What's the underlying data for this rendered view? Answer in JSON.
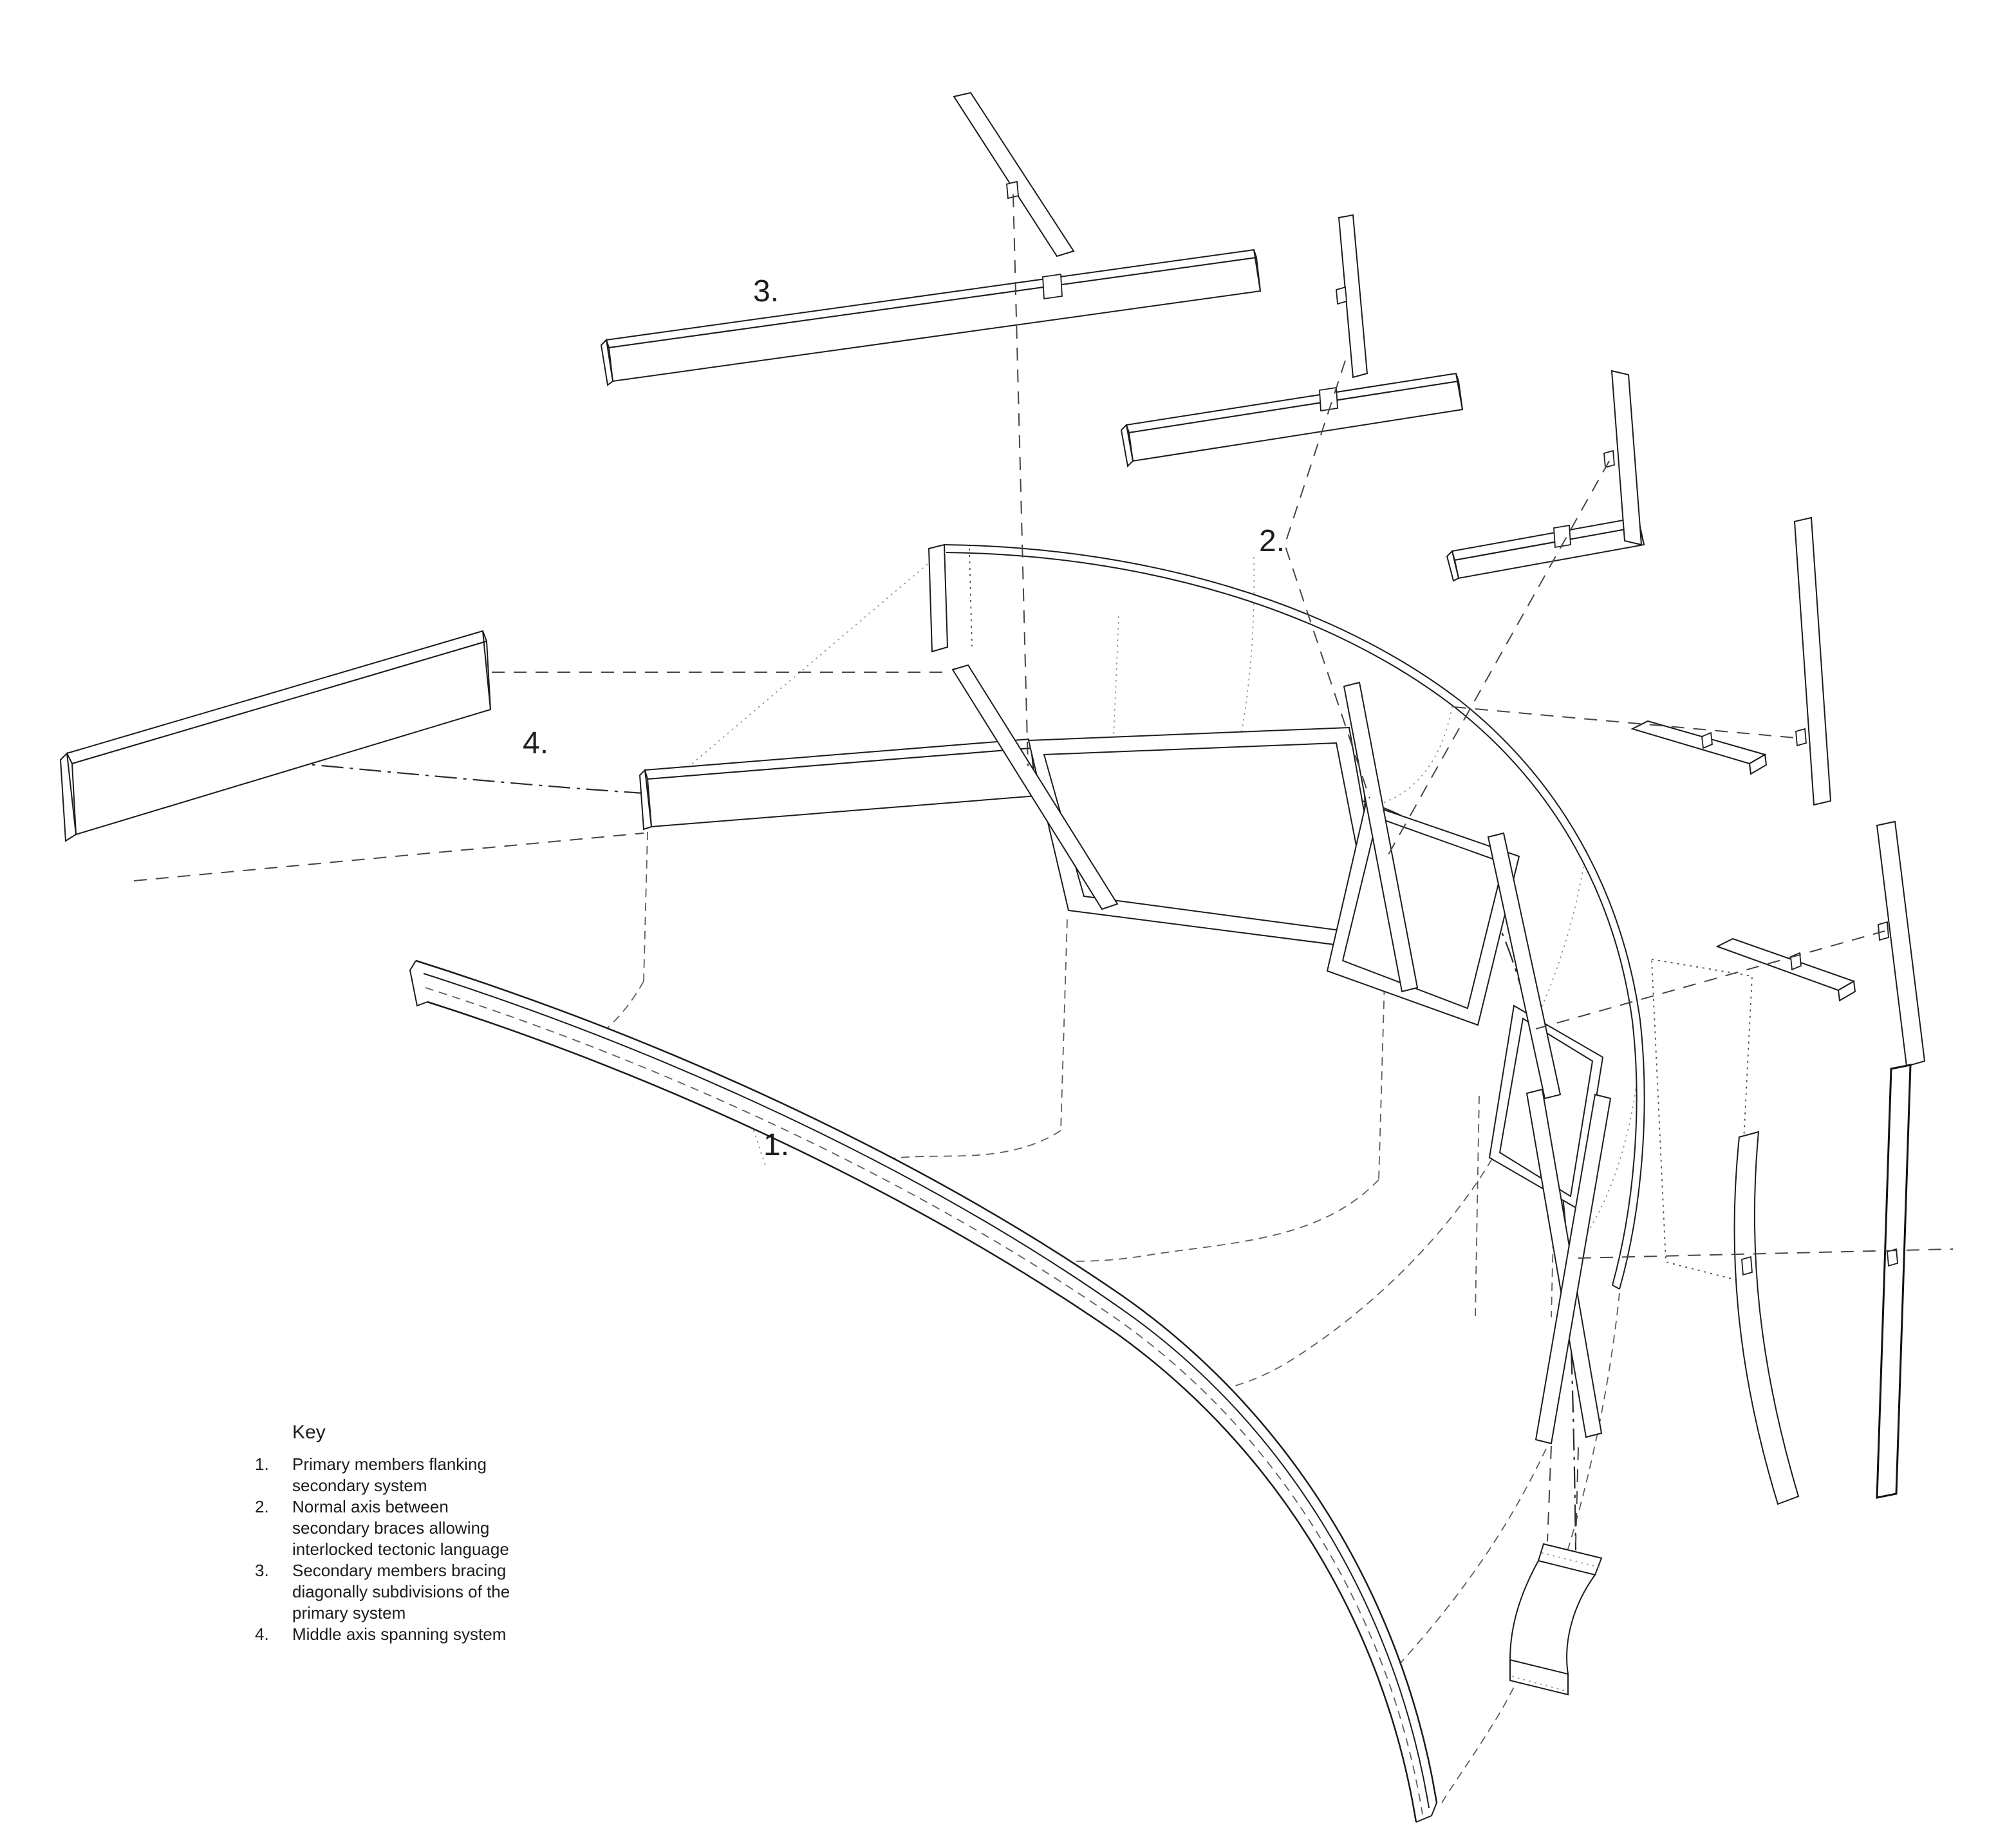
{
  "diagram": {
    "callouts": {
      "c1": "1.",
      "c2": "2.",
      "c3": "3.",
      "c4": "4."
    },
    "key": {
      "title": "Key",
      "items": [
        {
          "num": "1.",
          "lines": [
            "Primary members flanking",
            "secondary system"
          ]
        },
        {
          "num": "2.",
          "lines": [
            "Normal axis between",
            "secondary braces allowing",
            "interlocked tectonic language"
          ]
        },
        {
          "num": "3.",
          "lines": [
            "Secondary members bracing",
            "diagonally subdivisions of the",
            "primary system"
          ]
        },
        {
          "num": "4.",
          "lines": [
            "Middle axis spanning system"
          ]
        }
      ]
    },
    "colors": {
      "line": "#1c1c1c",
      "leader": "#454545",
      "construction": "#8f8f8f",
      "background": "#ffffff"
    }
  }
}
